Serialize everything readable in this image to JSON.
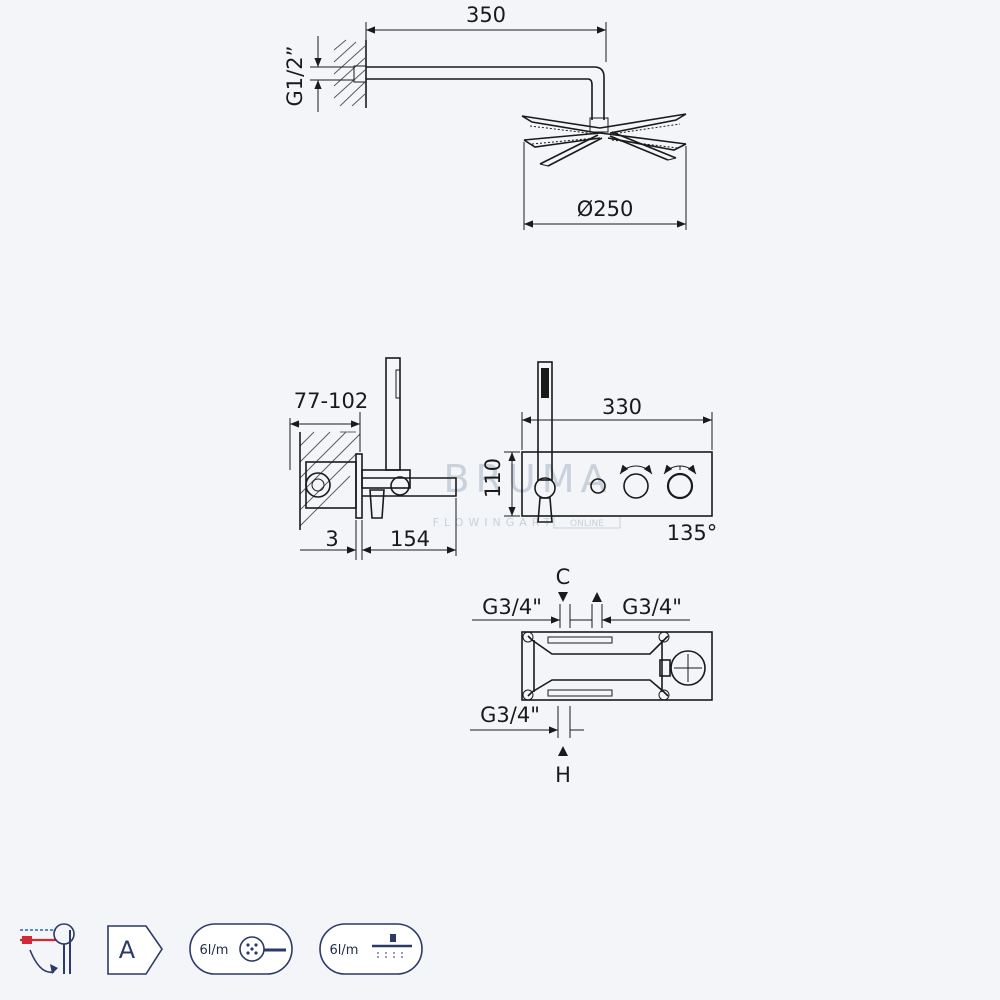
{
  "top_view": {
    "arm_length": "350",
    "connection_thread": "G1/2”",
    "head_diameter": "Ø250"
  },
  "side_view": {
    "depth_range": "77-102",
    "plate_thickness": "3",
    "spout_projection": "154"
  },
  "front_view": {
    "plate_width": "330",
    "plate_height": "110",
    "rotation_angle": "135°"
  },
  "watermark": {
    "brand": "BRUMA",
    "tagline": "FLOWINGART",
    "tag": "ONLINE"
  },
  "rear_view": {
    "cold_label": "C",
    "hot_label": "H",
    "thread_left": "G3/4\"",
    "thread_right": "G3/4\"",
    "thread_bottom": "G3/4\""
  },
  "badges": [
    {
      "icon": "thermostatic-mixer-icon",
      "text": ""
    },
    {
      "icon": "energy-class-icon",
      "text": "A"
    },
    {
      "icon": "hand-shower-flow-icon",
      "text": "6l/m"
    },
    {
      "icon": "head-shower-flow-icon",
      "text": "6l/m"
    }
  ],
  "colors": {
    "line": "#1a1a1a",
    "background": "#f3f5f8",
    "badge_outline": "#2b3a67",
    "hot_red": "#d2293a",
    "cold_blue": "#2f63b5"
  }
}
